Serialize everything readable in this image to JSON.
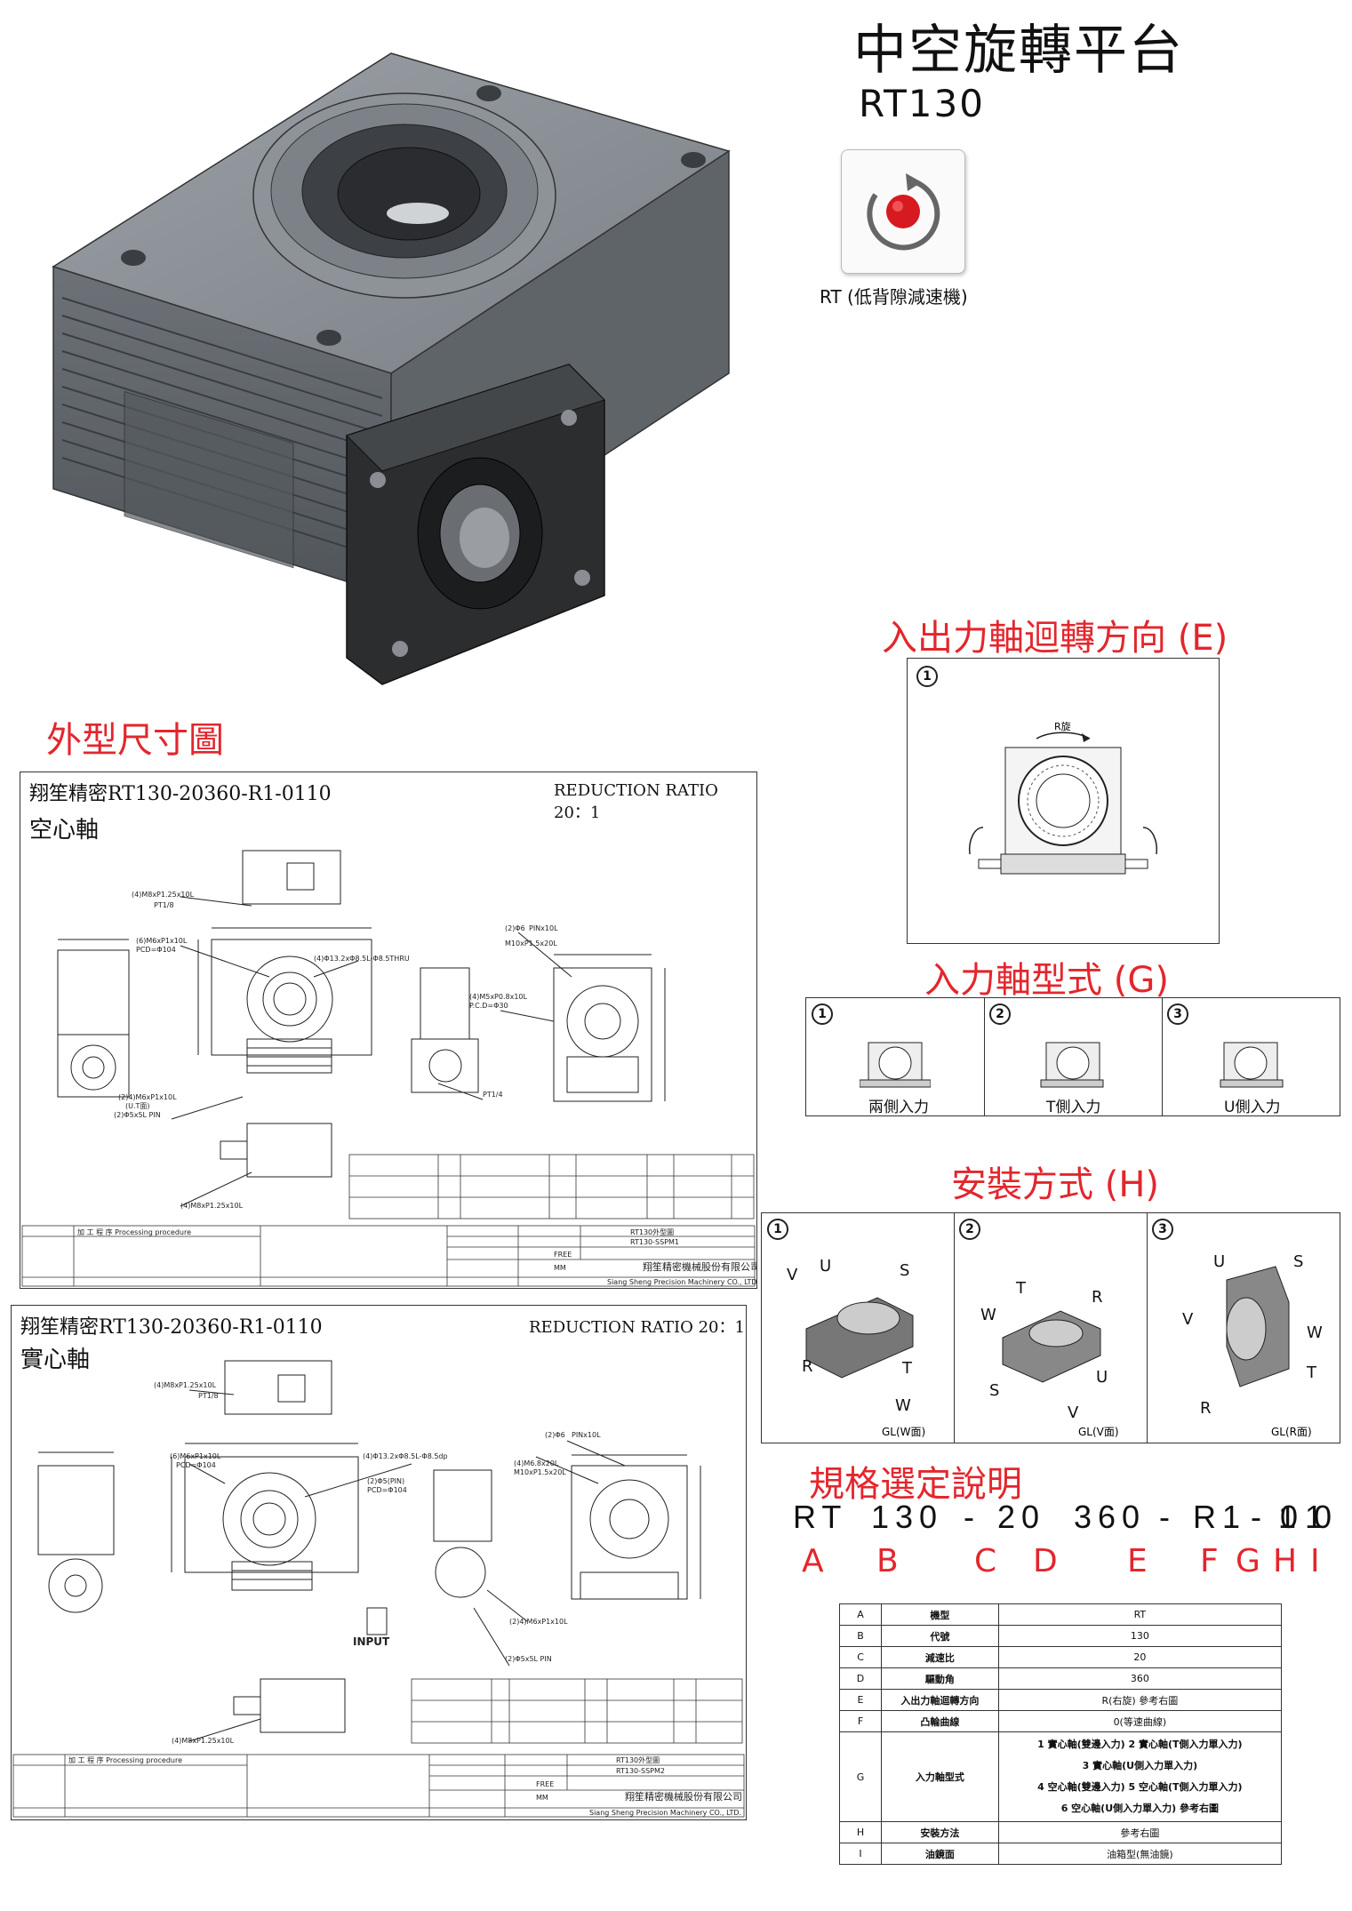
{
  "header": {
    "title": "中空旋轉平台",
    "model": "RT130",
    "rt_caption": "RT (低背隙減速機)"
  },
  "sections": {
    "outline": "外型尺寸圖",
    "rotation": "入出力軸迴轉方向 (E)",
    "input_type": "入力軸型式 (G)",
    "mounting": "安裝方式 (H)",
    "spec_guide": "規格選定說明"
  },
  "drawing1": {
    "title": "翔笙精密RT130-20360-R1-0110",
    "ratio": "REDUCTION RATIO 20：1",
    "subtitle": "空心軸",
    "labels": {
      "bolt1": "(4)M8xP1.25x10L",
      "pt": "PT1/8",
      "tap": "(6)M6xP1x10L",
      "pcd": "PCD=Φ104",
      "thru": "(4)Φ13.2xΦ8.5L-Φ8.5THRU",
      "pin": "(2)Φ6",
      "pin2": "PINx10L",
      "m10": "M10xP1.5x20L",
      "pcd30": "P.C.D=Φ30",
      "m5": "(4)M5xP0.8x10L",
      "pt14": "PT1/4",
      "bottom_bolt": "(4)M8xP1.25x10L",
      "bottom_bolt2": "(2)4)M6xP1x10L",
      "ut": "(U.T面)",
      "pin5": "(2)Φ5x5L PIN"
    },
    "footer": {
      "processing": "加 工 程 序 Processing procedure",
      "part_name": "RT130外型圖",
      "dwg_no": "RT130-SSPM1",
      "scale": "FREE",
      "units": "MM",
      "company_cn": "翔笙精密機械股份有限公司",
      "company_en": "Siang Sheng Precision Machinery CO., LTD."
    }
  },
  "drawing2": {
    "title": "翔笙精密RT130-20360-R1-0110",
    "ratio": "REDUCTION RATIO 20：1",
    "subtitle": "實心軸",
    "labels": {
      "bolt1": "(4)M8xP1.25x10L",
      "pt": "PT1/8",
      "tap": "(6)M6xP1x10L",
      "pcd": "PCD=Φ104",
      "thru": "(4)Φ13.2xΦ8.5L-Φ8.5dp",
      "pin": "(2)Φ5(PIN)",
      "pcd2": "PCD=Φ104",
      "pin_top": "(2)Φ6",
      "pin_top2": "PINx10L",
      "m6": "(4)M6.8x20L",
      "m10": "M10xP1.5x20L",
      "input": "INPUT",
      "bottom_bolt": "(4)M8xP1.25x10L",
      "side_bolt": "(2)4)M6xP1x10L",
      "pin5": "(2)Φ5x5L PIN"
    },
    "footer": {
      "processing": "加 工 程 序 Processing procedure",
      "part_name": "RT130外型圖",
      "dwg_no": "RT130-SSPM2",
      "scale": "FREE",
      "units": "MM",
      "company_cn": "翔笙精密機械股份有限公司",
      "company_en": "Siang Sheng Precision Machinery CO., LTD."
    }
  },
  "rotation_panel": {
    "number": "1",
    "label": "R旋"
  },
  "input_panels": [
    {
      "number": "1",
      "caption": "兩側入力"
    },
    {
      "number": "2",
      "caption": "T側入力"
    },
    {
      "number": "3",
      "caption": "U側入力"
    }
  ],
  "mount_panels": [
    {
      "number": "1",
      "caption": "GL(W面)",
      "faces": [
        "V",
        "U",
        "S",
        "R",
        "T",
        "W"
      ]
    },
    {
      "number": "2",
      "caption": "GL(V面)",
      "faces": [
        "T",
        "W",
        "R",
        "S",
        "U",
        "V"
      ]
    },
    {
      "number": "3",
      "caption": "GL(R面)",
      "faces": [
        "U",
        "S",
        "V",
        "W",
        "T",
        "R"
      ]
    }
  ],
  "model_code": {
    "parts": [
      "RT",
      "130",
      "-",
      "20",
      "360",
      "-",
      "R1",
      "-",
      "0",
      "1",
      "1",
      "0"
    ],
    "letters": [
      "A",
      "B",
      "C",
      "D",
      "E",
      "F",
      "G",
      "H",
      "I"
    ]
  },
  "spec_table": [
    {
      "key": "A",
      "name": "機型",
      "value": "RT"
    },
    {
      "key": "B",
      "name": "代號",
      "value": "130"
    },
    {
      "key": "C",
      "name": "減速比",
      "value": "20"
    },
    {
      "key": "D",
      "name": "驅動角",
      "value": "360"
    },
    {
      "key": "E",
      "name": "入出力軸迴轉方向",
      "value": "R(右旋)  參考右圖"
    },
    {
      "key": "F",
      "name": "凸輪曲線",
      "value": "0(等速曲線)"
    },
    {
      "key": "G",
      "name": "入力軸型式",
      "value": [
        "1 實心軸(雙邊入力)      2 實心軸(T側入力單入力)",
        "3 實心軸(U側入力單入力)",
        "4 空心軸(雙邊入力)      5 空心軸(T側入力單入力)",
        "6 空心軸(U側入力單入力)   參考右圖"
      ]
    },
    {
      "key": "H",
      "name": "安裝方法",
      "value": "參考右圖"
    },
    {
      "key": "I",
      "name": "油鏡面",
      "value": "油箱型(無油鏡)"
    }
  ],
  "colors": {
    "accent_red": "#e3262d",
    "metal": "#8a8f94",
    "dark_block": "#2b2d2f"
  }
}
